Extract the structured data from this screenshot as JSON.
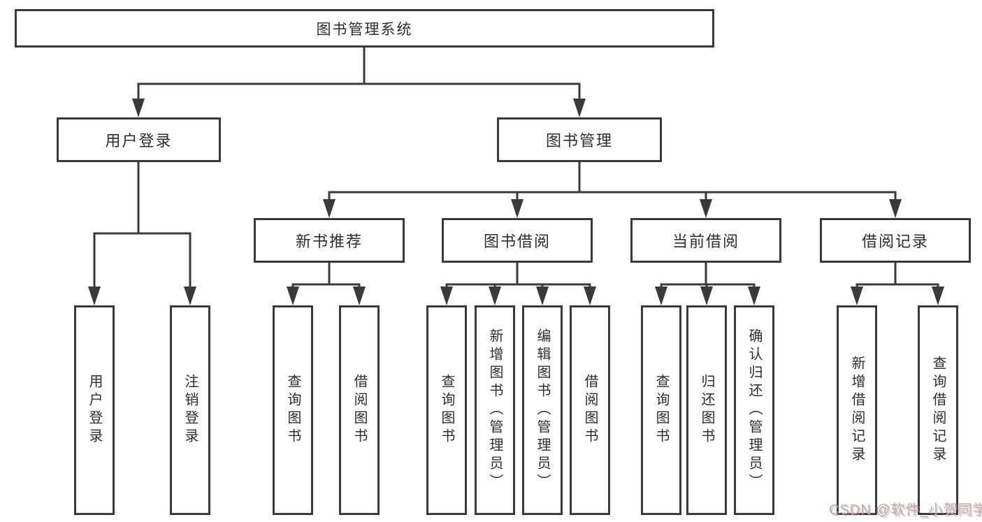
{
  "tree": {
    "label": "图书管理系统",
    "children": [
      {
        "label": "用户登录",
        "children": [
          {
            "label": "用户登录"
          },
          {
            "label": "注销登录"
          }
        ]
      },
      {
        "label": "图书管理",
        "children": [
          {
            "label": "新书推荐",
            "children": [
              {
                "label": "查询图书"
              },
              {
                "label": "借阅图书"
              }
            ]
          },
          {
            "label": "图书借阅",
            "children": [
              {
                "label": "查询图书"
              },
              {
                "label": "新增图书（管理员）"
              },
              {
                "label": "编辑图书（管理员）"
              },
              {
                "label": "借阅图书"
              }
            ]
          },
          {
            "label": "当前借阅",
            "children": [
              {
                "label": "查询图书"
              },
              {
                "label": "归还图书"
              },
              {
                "label": "确认归还（管理员）"
              }
            ]
          },
          {
            "label": "借阅记录",
            "children": [
              {
                "label": "新增借阅记录"
              },
              {
                "label": "查询借阅记录"
              }
            ]
          }
        ]
      }
    ]
  },
  "watermark": {
    "text": "CSDN @软件_小贺同学"
  },
  "colors": {
    "line": "#3a3a3a",
    "text": "#2d2d2d",
    "background": "#ffffff",
    "watermark": "#b2b0b0",
    "watermark_shadow": "#e08c8c"
  }
}
